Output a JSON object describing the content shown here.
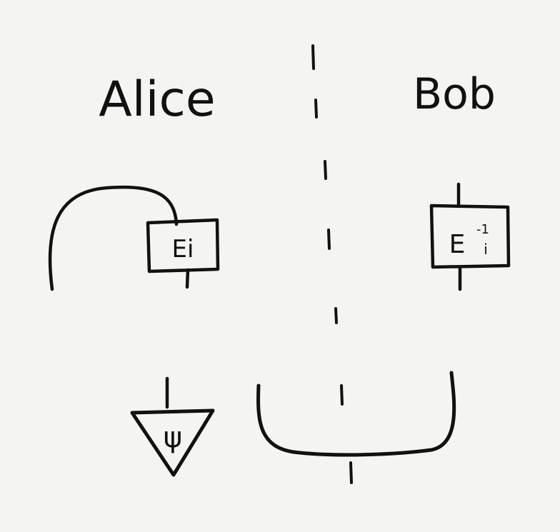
{
  "parties": {
    "left": "Alice",
    "right": "Bob"
  },
  "boxes": {
    "alice_op": "Ei",
    "bob_op_base": "E",
    "bob_op_sup": "-1",
    "bob_op_sub": "i"
  },
  "state": {
    "symbol": "ψ"
  },
  "colors": {
    "ink": "#111111",
    "paper": "#f4f4f2"
  }
}
